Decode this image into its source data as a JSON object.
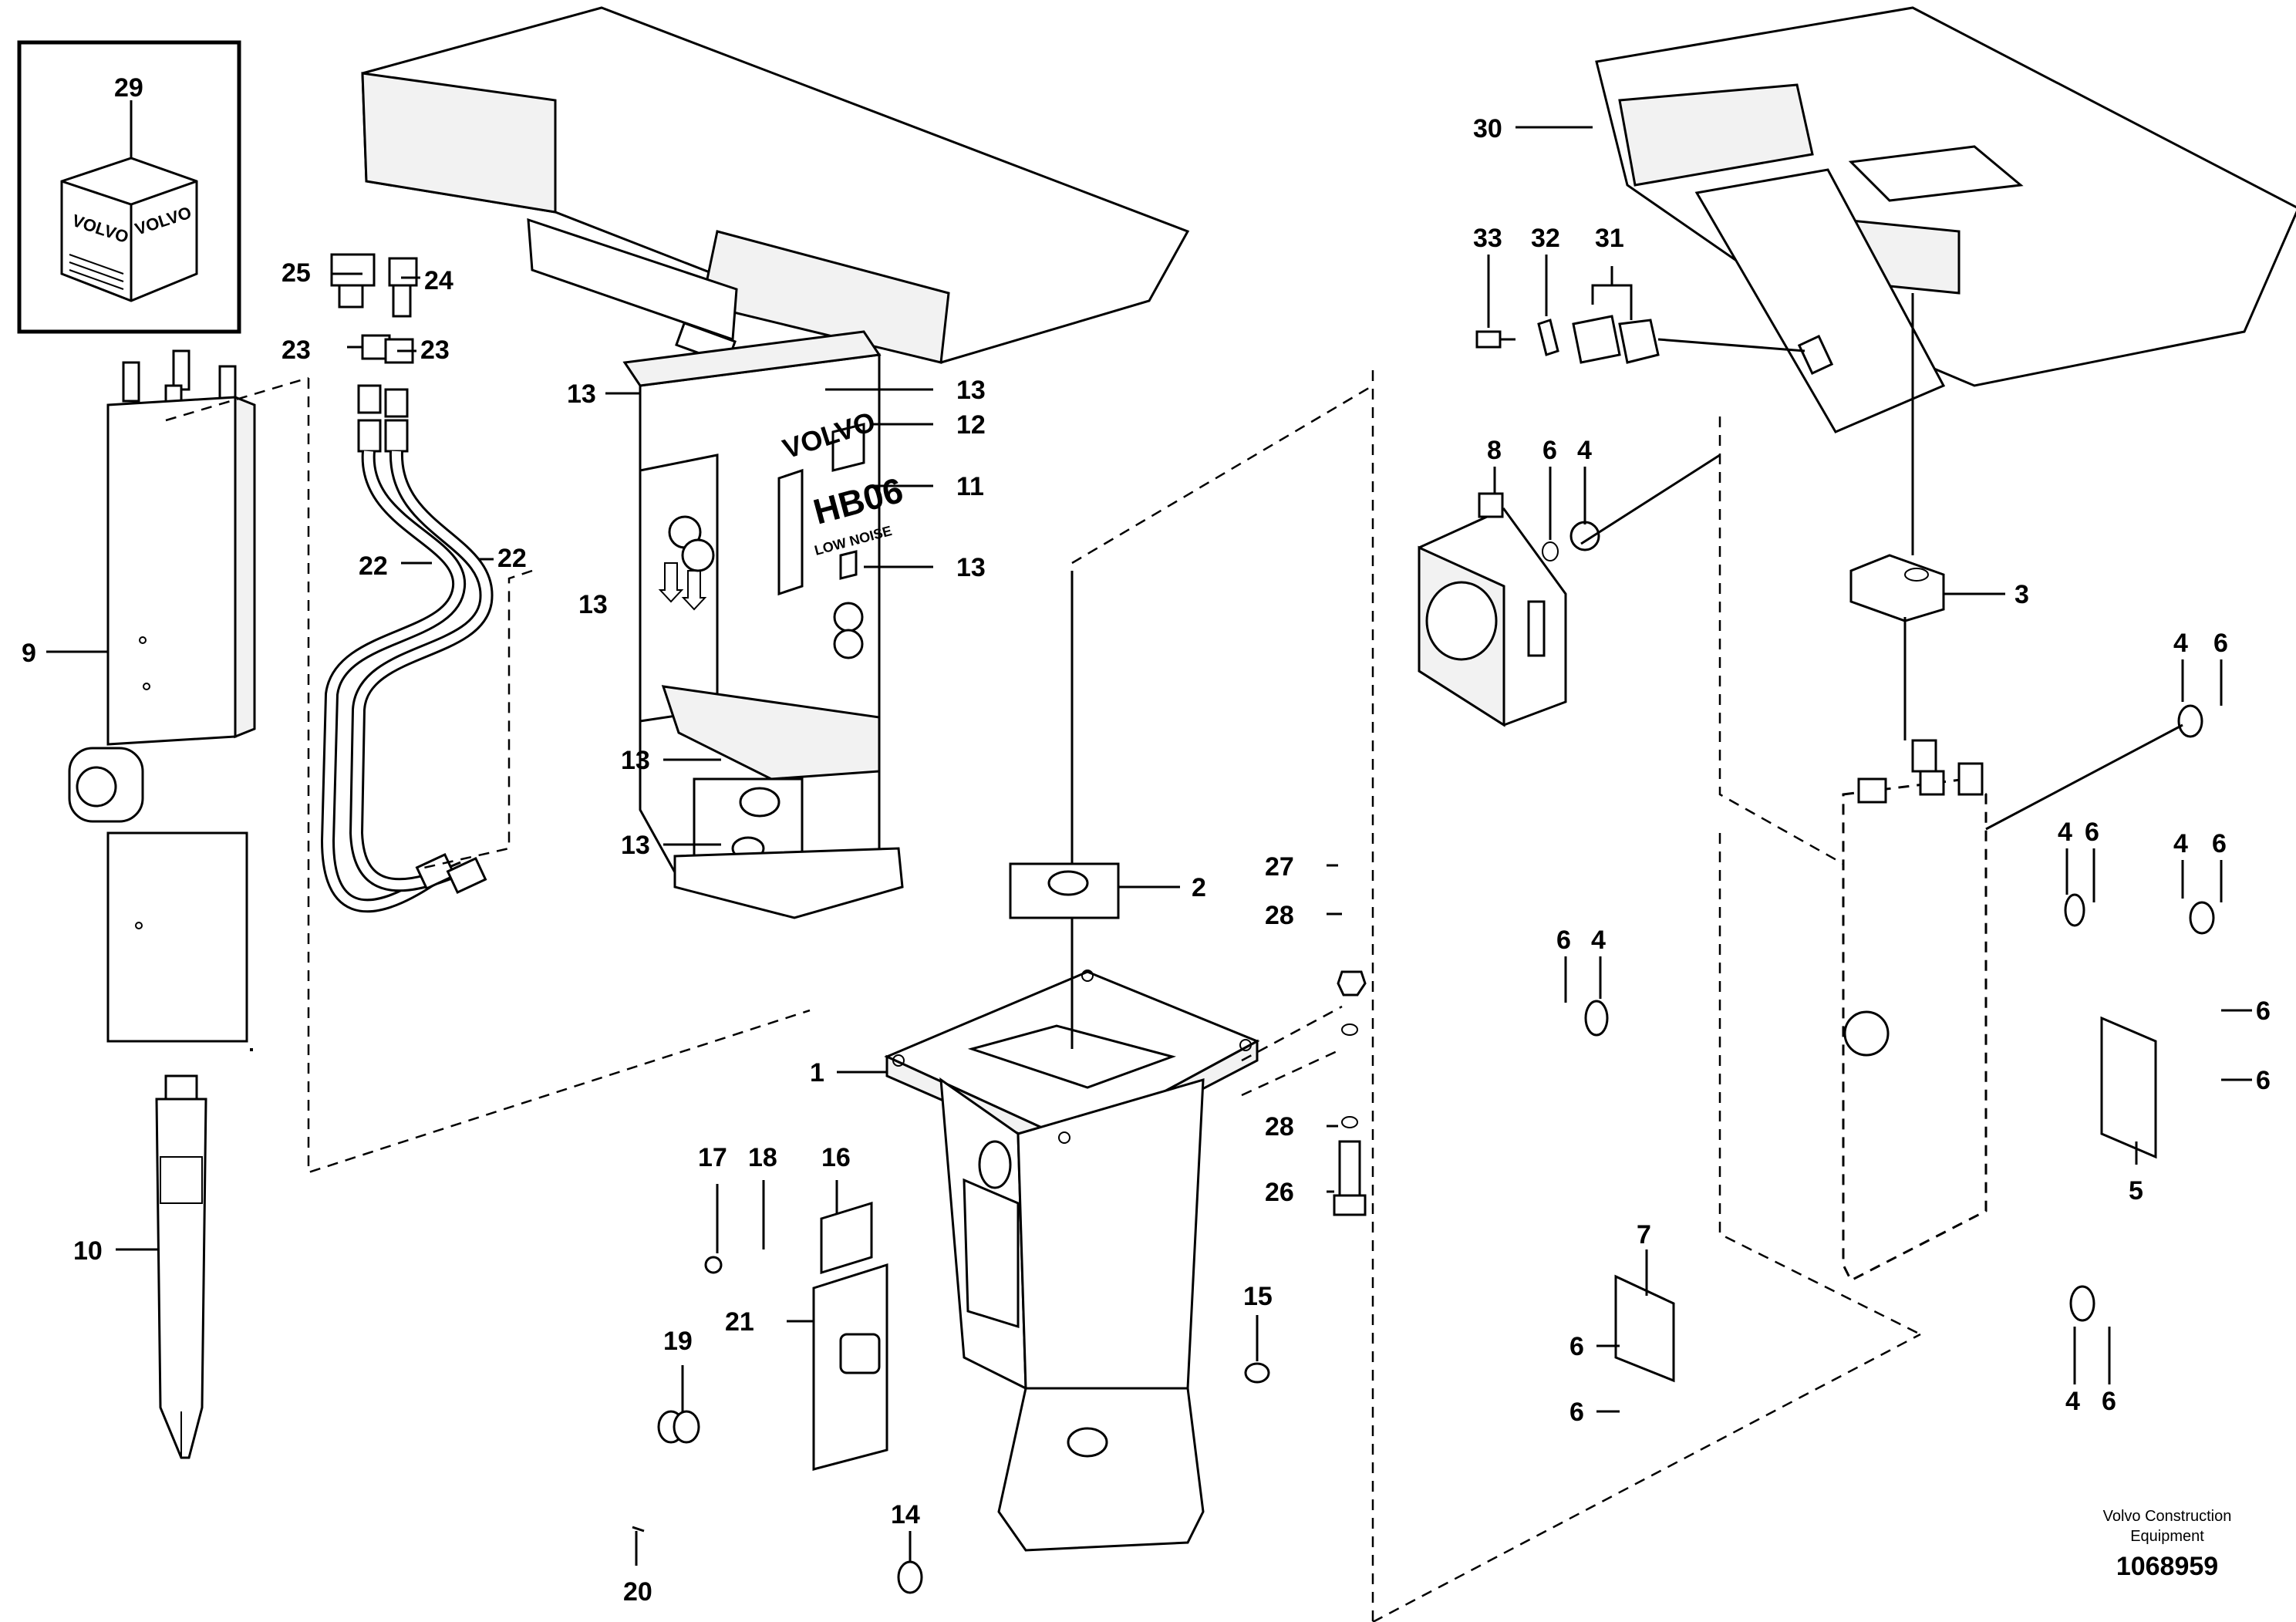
{
  "labels": {
    "l29": "29",
    "l25": "25",
    "l24": "24",
    "l23a": "23",
    "l23b": "23",
    "l22a": "22",
    "l22b": "22",
    "l9": "9",
    "l10": "10",
    "l13a": "13",
    "l13b": "13",
    "l12": "12",
    "l11": "11",
    "l13c": "13",
    "l13d": "13",
    "l13e": "13",
    "l13f": "13",
    "l2": "2",
    "l1": "1",
    "l27": "27",
    "l28a": "28",
    "l28b": "28",
    "l26": "26",
    "l17": "17",
    "l18": "18",
    "l16": "16",
    "l21": "21",
    "l19": "19",
    "l15": "15",
    "l14": "14",
    "l20": "20",
    "l30": "30",
    "l33": "33",
    "l32": "32",
    "l31": "31",
    "l8": "8",
    "l6a": "6",
    "l4a": "4",
    "l3": "3",
    "l4b": "4",
    "l6b": "6",
    "l4c": "4",
    "l6c": "6",
    "l4d": "4",
    "l6d": "6",
    "l6e": "6",
    "l4e": "4",
    "l6f": "6",
    "l6g": "6",
    "l5": "5",
    "l7": "7",
    "l6h": "6",
    "l6i": "6",
    "l4f": "4",
    "l6j": "6"
  },
  "parts_box": {
    "brand_text": "VOLVO"
  },
  "breaker_body": {
    "brand_text": "VOLVO",
    "model_text": "HB06",
    "sub_text": "LOW NOISE"
  },
  "footer": {
    "company_line1": "Volvo Construction",
    "company_line2": "Equipment",
    "drawing_number": "1068959"
  }
}
